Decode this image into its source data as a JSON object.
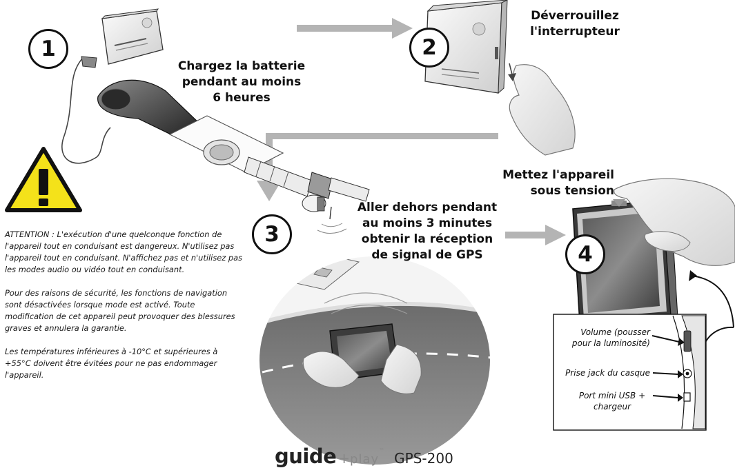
{
  "steps": {
    "step1": {
      "number": "1",
      "caption": [
        "Chargez la batterie",
        "pendant au moins",
        "6 heures"
      ]
    },
    "step2": {
      "number": "2",
      "caption": [
        "Déverrouillez",
        "l'interrupteur"
      ]
    },
    "step3": {
      "number": "3",
      "caption": [
        "Aller dehors pendant",
        "au moins 3 minutes",
        "obtenir la réception",
        "de signal de GPS"
      ]
    },
    "step4": {
      "number": "4",
      "caption": [
        "Mettez l'appareil",
        "sous tension"
      ]
    }
  },
  "warnings": [
    "ATTENTION : L'exécution d'une quelconque fonction de l'appareil tout en conduisant est dangereux. N'utilisez pas l'appareil tout en conduisant. N'affichez pas et n'utilisez pas les modes audio ou vidéo tout en conduisant.",
    "Pour des raisons de sécurité, les fonctions de navigation sont désactivées lorsque mode est activé. Toute modification de cet appareil peut provoquer des blessures graves et annulera la garantie.",
    "Les températures inférieures à -10°C et supérieures à +55°C doivent être évitées pour ne pas endommager l'appareil."
  ],
  "callouts": {
    "volume": "Volume (pousser pour la luminosité)",
    "headphone": "Prise jack du casque",
    "usb": "Port mini USB + chargeur"
  },
  "brand": {
    "word": "guide",
    "plus": "+",
    "play": "play",
    "tm": "™",
    "model": "GPS-200"
  },
  "colors": {
    "arrow": "#b4b4b4",
    "warning_yellow": "#f4e21a",
    "outline": "#111111",
    "device_silver": "#e2e2e2",
    "skin": "#ebebeb"
  },
  "icons": [
    "warning-triangle-icon",
    "gps-device-icon",
    "car-charger-icon",
    "satellite-icon",
    "hand-icon"
  ]
}
